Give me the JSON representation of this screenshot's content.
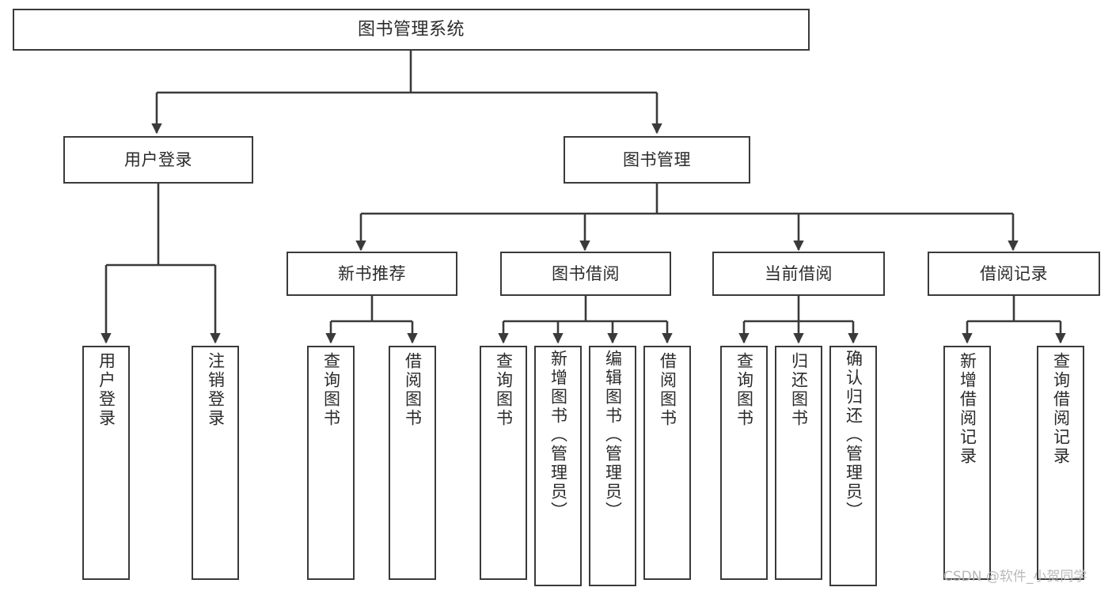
{
  "diagram": {
    "title": "图书管理系统",
    "type": "hierarchy-tree",
    "watermark": "CSDN @软件_小贺同学",
    "colors": {
      "box_border": "#3a3a3a",
      "box_fill": "#ffffff",
      "connector": "#3a3a3a",
      "text": "#2b2b2b",
      "watermark": "#b9b9b9",
      "background": "#ffffff"
    },
    "root": {
      "label": "图书管理系统"
    },
    "level2": [
      {
        "label": "用户登录"
      },
      {
        "label": "图书管理"
      }
    ],
    "level3": [
      {
        "label": "新书推荐"
      },
      {
        "label": "图书借阅"
      },
      {
        "label": "当前借阅"
      },
      {
        "label": "借阅记录"
      }
    ],
    "leaves": {
      "user_login": [
        {
          "label": "用户登录"
        },
        {
          "label": "注销登录"
        }
      ],
      "new_book_recommend": [
        {
          "label": "查询图书"
        },
        {
          "label": "借阅图书"
        }
      ],
      "book_borrow": [
        {
          "label": "查询图书"
        },
        {
          "label": "新增图书（管理员）"
        },
        {
          "label": "编辑图书（管理员）"
        },
        {
          "label": "借阅图书"
        }
      ],
      "current_borrow": [
        {
          "label": "查询图书"
        },
        {
          "label": "归还图书"
        },
        {
          "label": "确认归还（管理员）"
        }
      ],
      "borrow_record": [
        {
          "label": "新增借阅记录"
        },
        {
          "label": "查询借阅记录"
        }
      ]
    }
  }
}
